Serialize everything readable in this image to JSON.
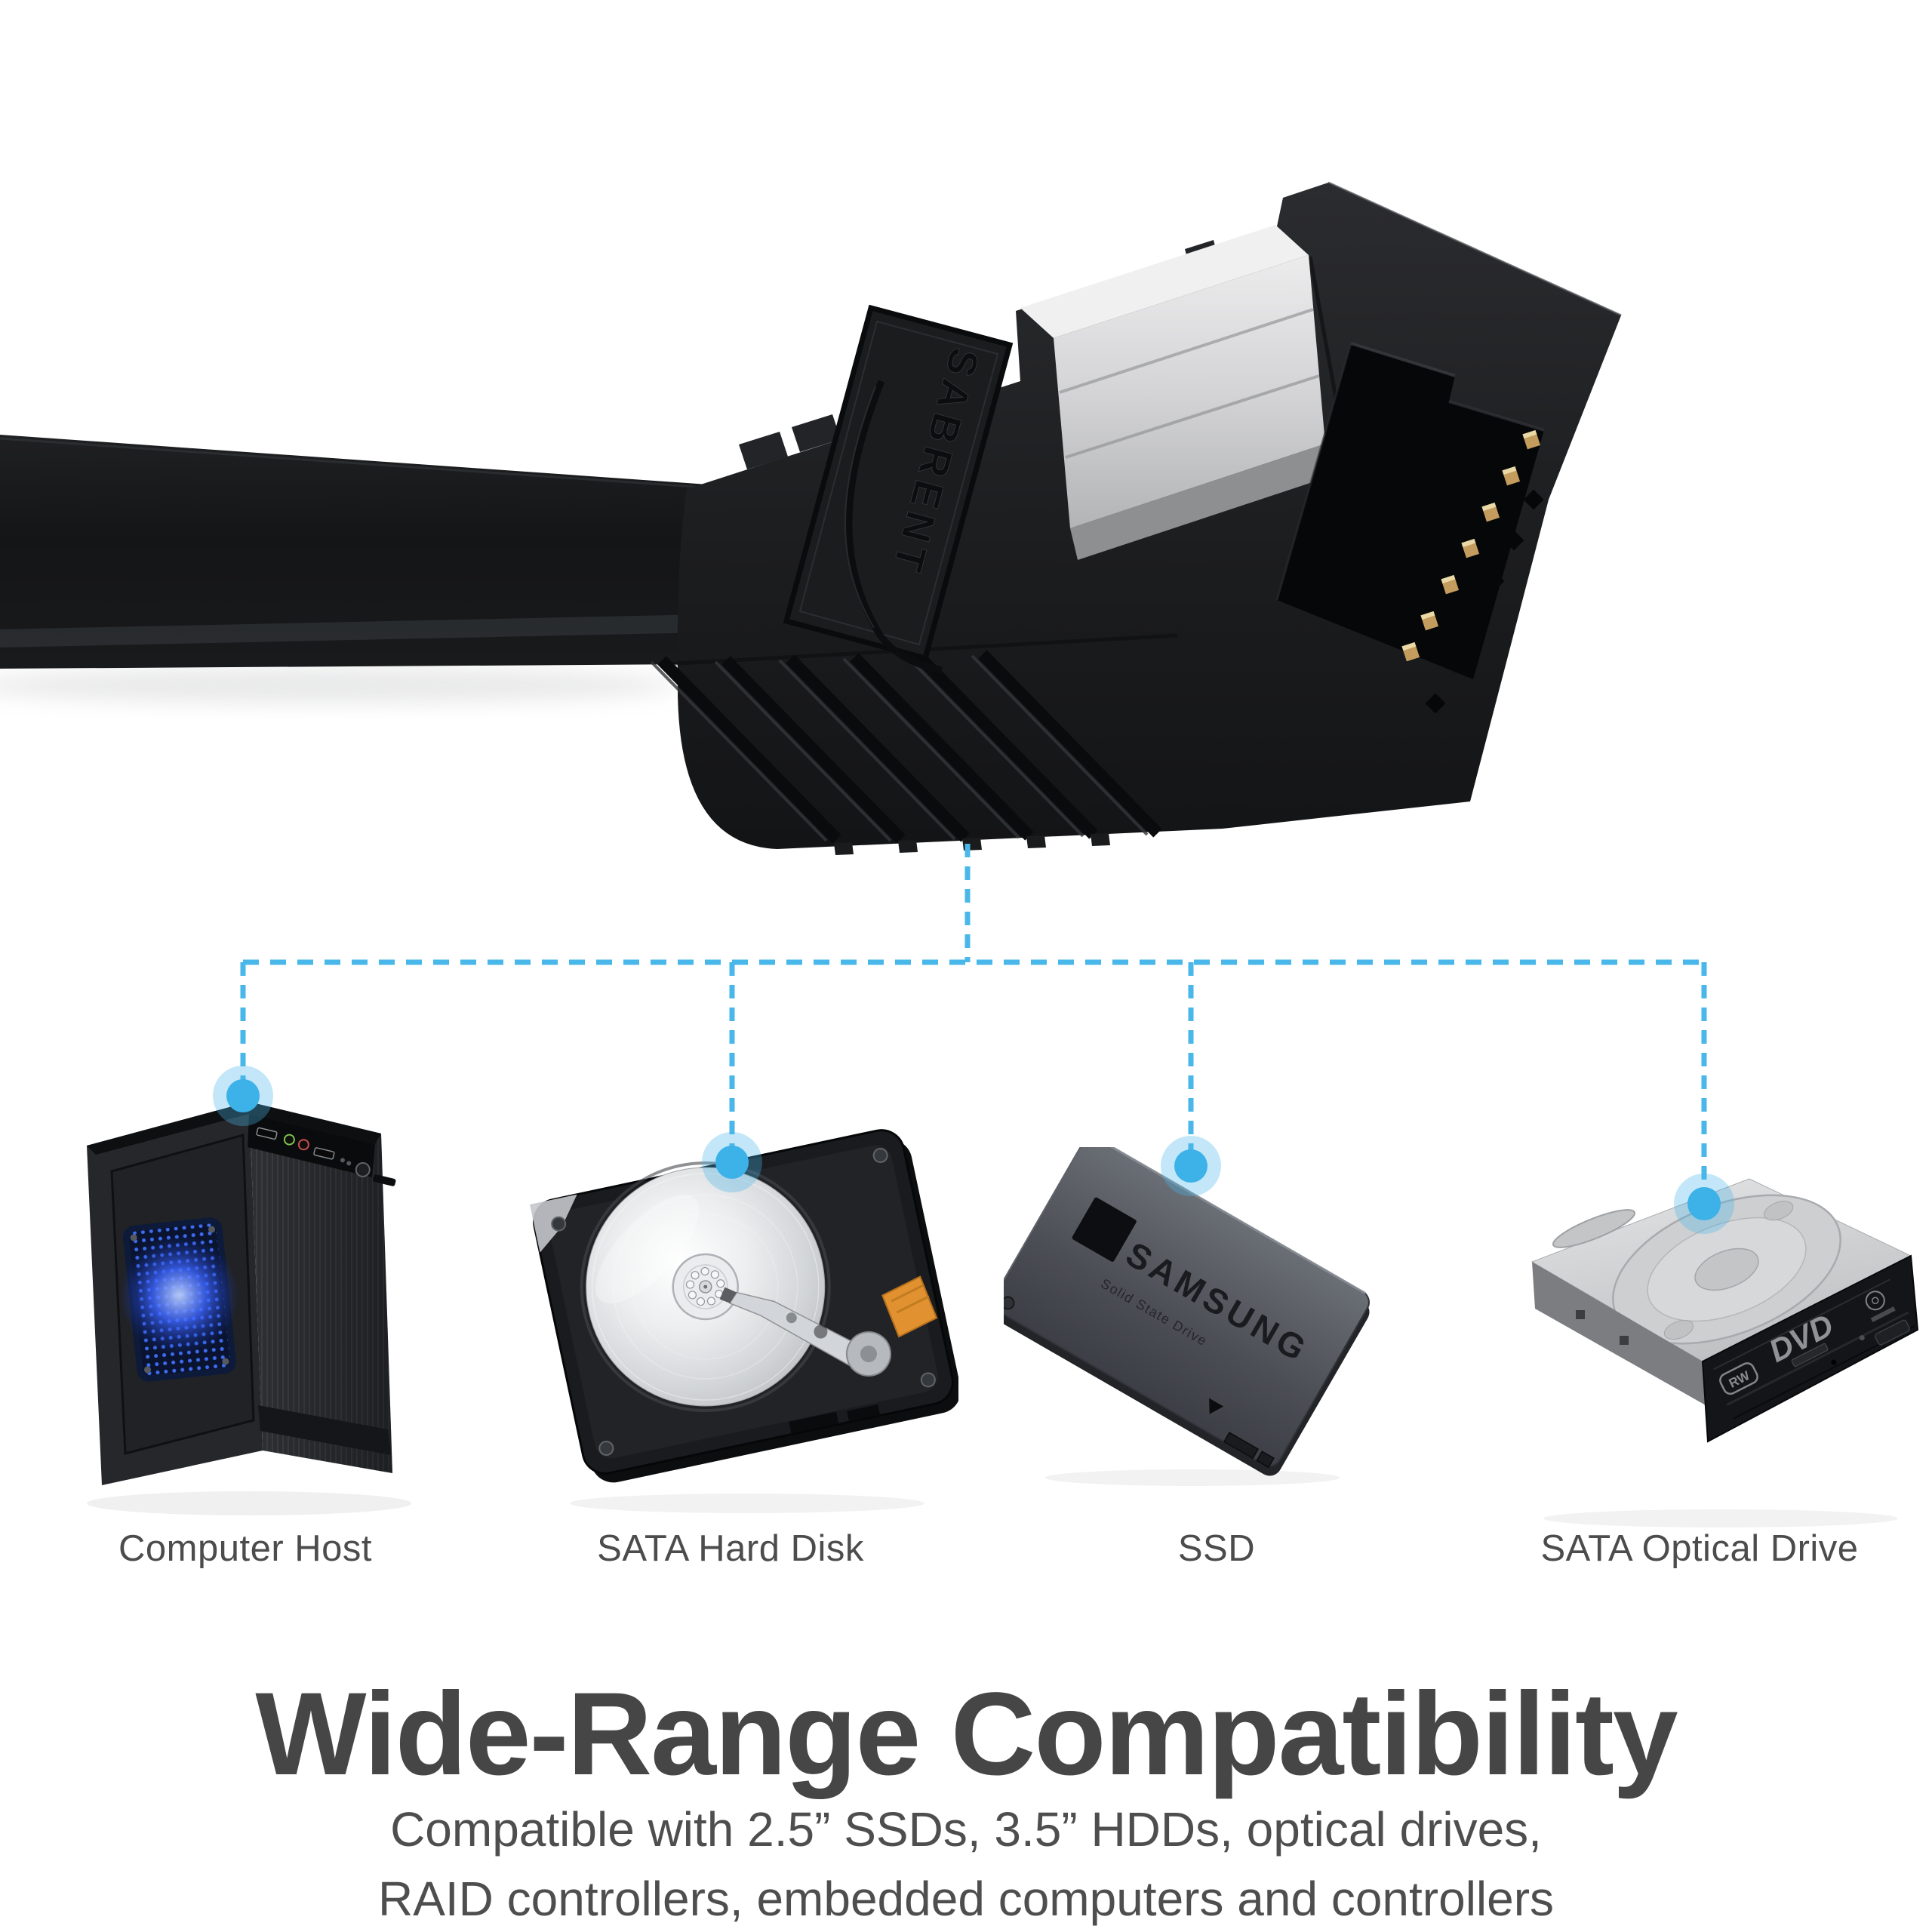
{
  "connector": {
    "brand_logo": "SABRENT"
  },
  "diagram": {
    "accent_blue": "#49b7e9",
    "devices": [
      {
        "id": "computer-host",
        "label": "Computer Host"
      },
      {
        "id": "sata-hard-disk",
        "label": "SATA Hard Disk"
      },
      {
        "id": "ssd",
        "label": "SSD"
      },
      {
        "id": "sata-optical-drive",
        "label": "SATA Optical Drive"
      }
    ]
  },
  "ssd_markings": {
    "brand": "SAMSUNG",
    "type_text": "Solid State Drive"
  },
  "optical_markings": {
    "dvd_logo": "DVD",
    "rw_logo": "RW"
  },
  "heading": {
    "title": "Wide-Range Compatibility",
    "subtitle_line1": "Compatible with 2.5” SSDs, 3.5” HDDs, optical drives,",
    "subtitle_line2": "RAID controllers, embedded computers and controllers"
  },
  "colors": {
    "background": "#ffffff",
    "text_primary": "#464646",
    "text_secondary": "#4e4e4e"
  }
}
